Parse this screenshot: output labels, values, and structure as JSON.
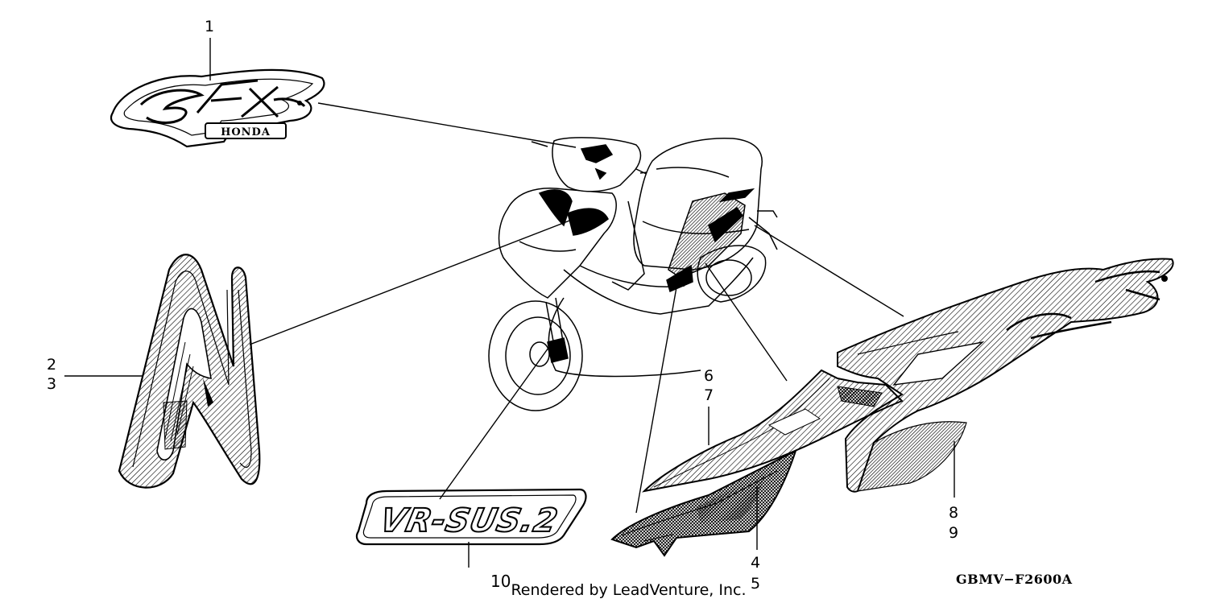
{
  "callouts": {
    "c1": "1",
    "c2": "2",
    "c3": "3",
    "c4": "4",
    "c5": "5",
    "c6": "6",
    "c7": "7",
    "c8": "8",
    "c9": "9",
    "c10": "10"
  },
  "labels": {
    "honda_badge": "HONDA",
    "vrsus": "VR-SUS.2"
  },
  "credit": {
    "prefix": "10",
    "text": "Rendered by LeadVenture, Inc."
  },
  "drawing_code": "GBMV−F2600A"
}
